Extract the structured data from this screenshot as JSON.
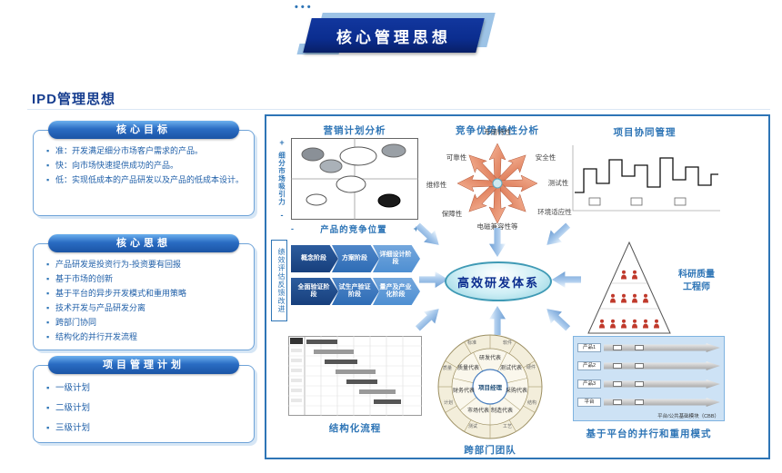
{
  "banner": {
    "dots": "•••",
    "title": "核心管理思想"
  },
  "page": {
    "section_title": "IPD管理思想"
  },
  "left_panels": {
    "goals": {
      "title": "核心目标",
      "items": [
        "准：开发满足细分市场客户需求的产品。",
        "快：向市场快速提供成功的产品。",
        "低：实现低成本的产品研发以及产品的低成本设计。"
      ]
    },
    "ideas": {
      "title": "核心思想",
      "items": [
        "产品研发是投资行为-投资要有回报",
        "基于市场的创新",
        "基于平台的异步开发模式和重用策略",
        "技术开发与产品研发分离",
        "跨部门协同",
        "结构化的并行开发流程"
      ]
    },
    "plans": {
      "title": "项目管理计划",
      "items": [
        "一级计划",
        "二级计划",
        "三级计划"
      ]
    }
  },
  "diagram": {
    "marketing": {
      "title": "营销计划分析",
      "y_plus": "+",
      "y_label": "细分市场吸引力",
      "y_minus": "-",
      "x_minus": "-",
      "x_label": "产品的竞争位置",
      "x_plus": "+"
    },
    "competitive": {
      "title": "竞争优势特性分析",
      "spokes": {
        "top": "专用特性",
        "top_left": "可靠性",
        "top_right": "安全性",
        "left": "维修性",
        "right": "测试性",
        "bottom_left": "保障性",
        "bottom_right": "环境适应性",
        "bottom": "电磁兼容性等"
      }
    },
    "collab": {
      "title": "项目协同管理"
    },
    "center_label": "高效研发体系",
    "feedback": "绩效评估反馈改进",
    "stages": {
      "row1": [
        "概念阶段",
        "方案阶段",
        "详细设计阶段"
      ],
      "row2": [
        "全面验证阶段",
        "试生产验证阶段",
        "量产及产业化阶段"
      ]
    },
    "pyramid_label": "科研质量工程师",
    "gantt_title": "结构化流程",
    "team": {
      "title": "跨部门团队",
      "center": "项目经理",
      "roles": [
        "研发代表",
        "测试代表",
        "采购代表",
        "制造代表",
        "市场代表",
        "财务代表",
        "质量代表"
      ],
      "outer": [
        "软件",
        "硬件",
        "结构",
        "工艺",
        "测试",
        "计划",
        "质量",
        "标准"
      ]
    },
    "platform": {
      "title": "基于平台的并行和重用模式",
      "rows": [
        "产品1",
        "产品2",
        "产品3",
        "平台"
      ],
      "caption": "平台/公共基础模块（CBB）"
    }
  }
}
